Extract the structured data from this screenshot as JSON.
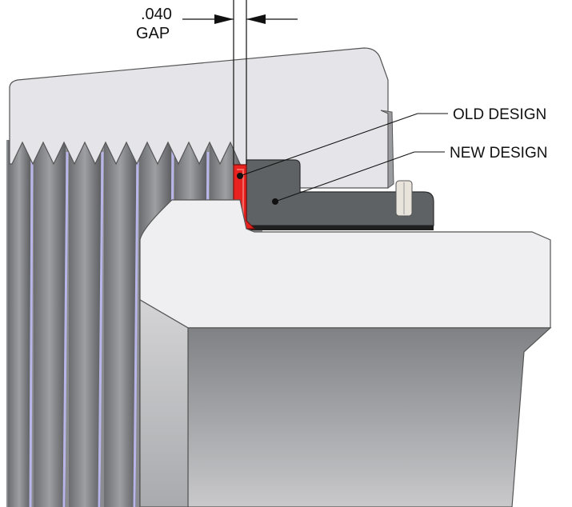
{
  "gap_dimension": {
    "value": ".040",
    "label": "GAP"
  },
  "callouts": {
    "old_design": "OLD DESIGN",
    "new_design": "NEW DESIGN"
  },
  "colors": {
    "old_design_seal": "#e8231f",
    "new_design_seal": "#5f6264",
    "outer_nut": "#e5e4e8",
    "fitting_body": "#efeef1",
    "thread_highlight": "#b8b6e8"
  }
}
